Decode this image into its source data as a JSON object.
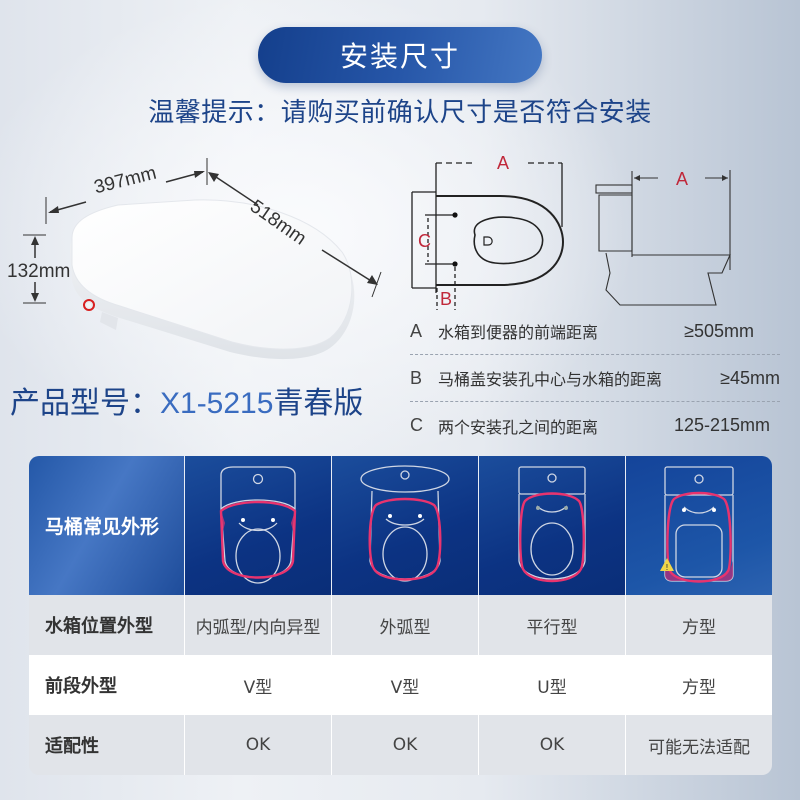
{
  "header": {
    "title": "安装尺寸",
    "tip": "温馨提示：请购买前确认尺寸是否符合安装"
  },
  "product_dimensions": {
    "width": "397mm",
    "length": "518mm",
    "height": "132mm"
  },
  "diagram_labels": {
    "a": "A",
    "b": "B",
    "c": "C"
  },
  "specs": [
    {
      "letter": "A",
      "desc": "水箱到便器的前端距离",
      "value": "≥505mm"
    },
    {
      "letter": "B",
      "desc": "马桶盖安装孔中心与水箱的距离",
      "value": "≥45mm"
    },
    {
      "letter": "C",
      "desc": "两个安装孔之间的距离",
      "value": "125-215mm"
    }
  ],
  "model": {
    "label": "产品型号：",
    "value": "X1-5215",
    "suffix": "青春版"
  },
  "table": {
    "header_label": "马桶常见外形",
    "shapes": [
      "inner-arc",
      "outer-arc",
      "parallel",
      "square"
    ],
    "rows": [
      {
        "label": "水箱位置外型",
        "values": [
          "内弧型/内向异型",
          "外弧型",
          "平行型",
          "方型"
        ]
      },
      {
        "label": "前段外型",
        "values": [
          "V型",
          "V型",
          "U型",
          "方型"
        ]
      },
      {
        "label": "适配性",
        "values": [
          "OK",
          "OK",
          "OK",
          "可能无法适配"
        ]
      }
    ]
  },
  "colors": {
    "brand_blue": "#1d4489",
    "accent_blue": "#3a6cc0",
    "diagram_red": "#c0283a",
    "highlight_pink": "#e8336e",
    "warning_yellow": "#f2d648"
  }
}
